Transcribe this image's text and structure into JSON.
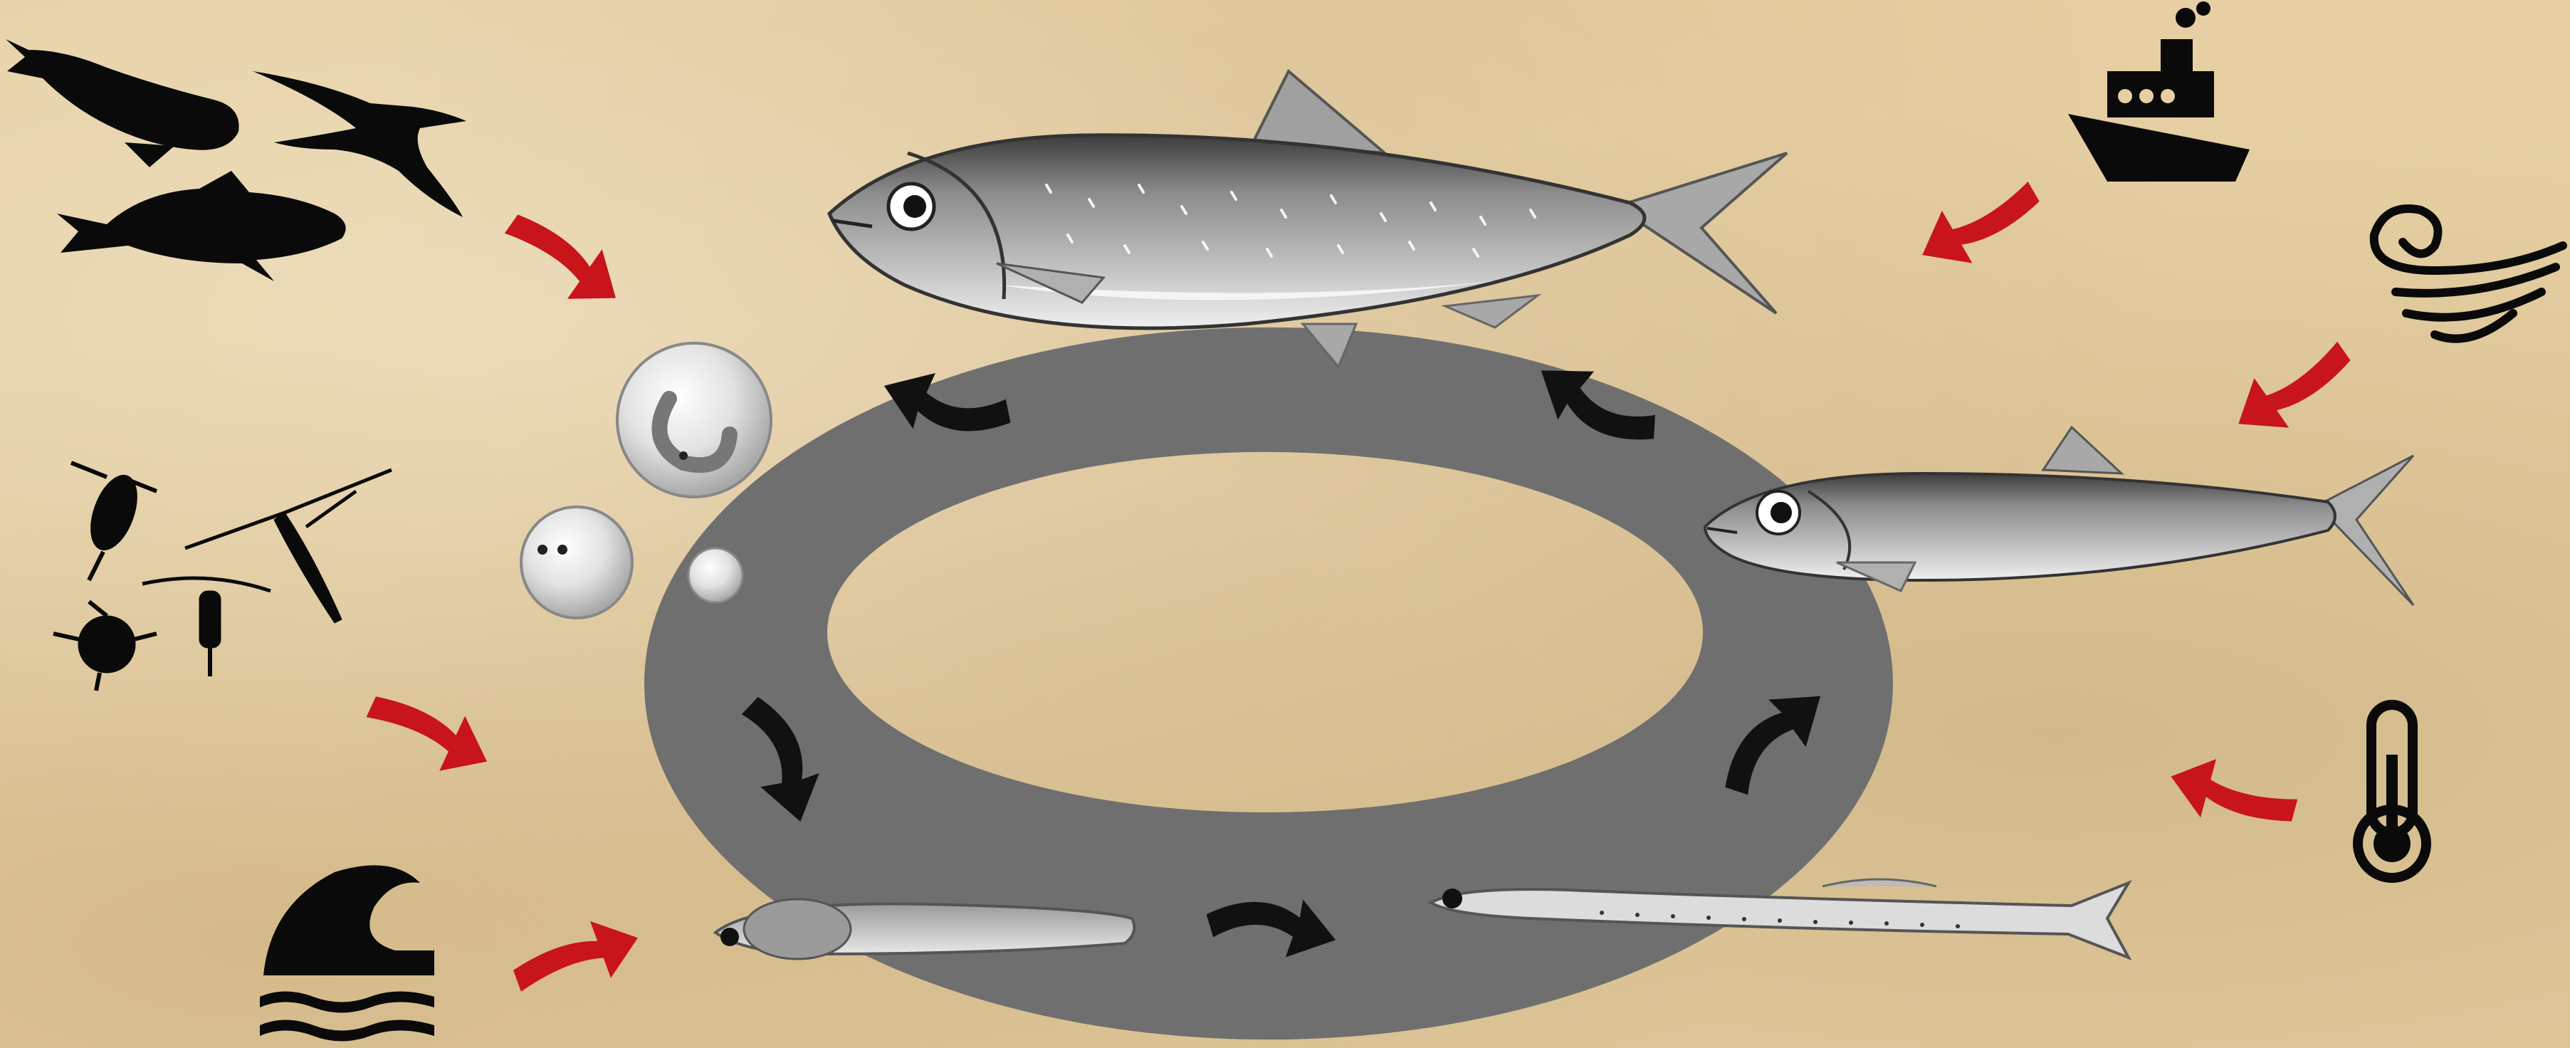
{
  "diagram": {
    "kind": "fish-life-cycle",
    "stages": [
      {
        "id": "adult",
        "icon": "adult-herring-icon"
      },
      {
        "id": "egg",
        "icon": "egg-icon"
      },
      {
        "id": "yolk-sac-larva",
        "icon": "yolk-sac-larva-icon"
      },
      {
        "id": "larva",
        "icon": "larva-icon"
      },
      {
        "id": "juvenile",
        "icon": "juvenile-fish-icon"
      }
    ],
    "influences": [
      {
        "id": "predators",
        "icons": [
          "seal-icon",
          "seabird-icon",
          "cod-icon"
        ]
      },
      {
        "id": "zooplankton",
        "icons": [
          "copepod-icon",
          "krill-icon"
        ]
      },
      {
        "id": "waves",
        "icon": "wave-icon"
      },
      {
        "id": "shipping",
        "icon": "ship-icon"
      },
      {
        "id": "wind",
        "icon": "wind-icon"
      },
      {
        "id": "temperature",
        "icon": "thermometer-icon"
      }
    ]
  },
  "colors": {
    "background": "#e6d0a3",
    "ring": "#6f6f6f",
    "cycle_arrow": "#111111",
    "influence_arrow": "#c8141b",
    "silhouette": "#0a0a0a",
    "fish_body": "#9a9a9a",
    "fish_back": "#4a4a4a",
    "fish_belly": "#e8e8e8"
  }
}
